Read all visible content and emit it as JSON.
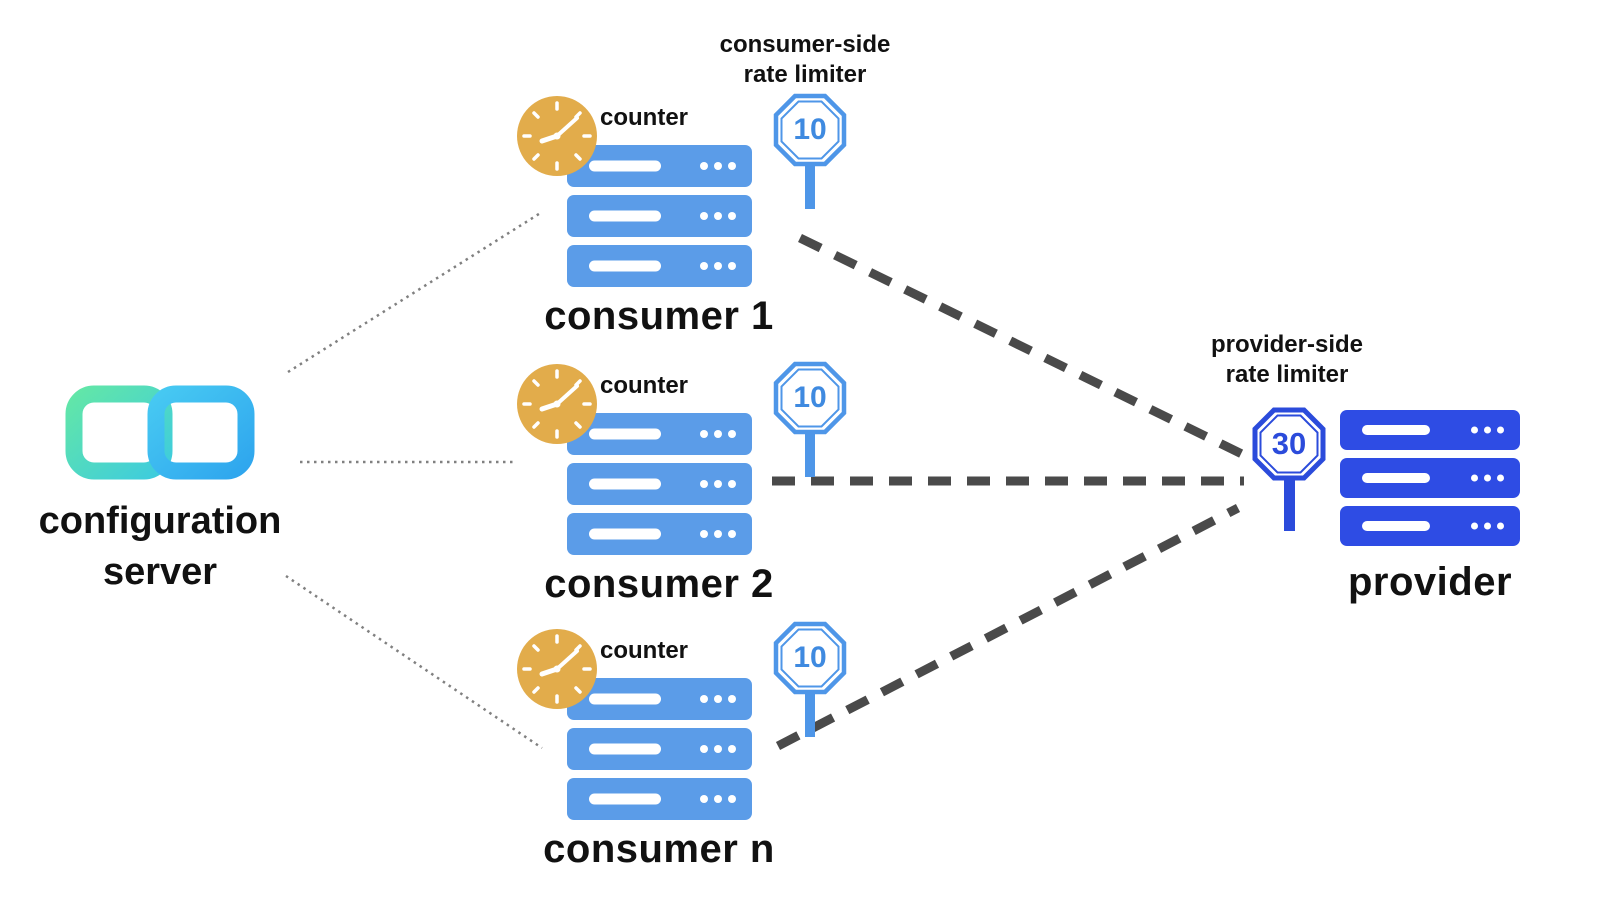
{
  "config_server": {
    "label_line1": "configuration",
    "label_line2": "server"
  },
  "consumer_side_limiter": {
    "label_line1": "consumer-side",
    "label_line2": "rate limiter"
  },
  "provider_side_limiter": {
    "label_line1": "provider-side",
    "label_line2": "rate limiter"
  },
  "consumers": [
    {
      "name": "consumer 1",
      "counter_label": "counter",
      "rate_limit": "10"
    },
    {
      "name": "consumer 2",
      "counter_label": "counter",
      "rate_limit": "10"
    },
    {
      "name": "consumer n",
      "counter_label": "counter",
      "rate_limit": "10"
    }
  ],
  "provider": {
    "name": "provider",
    "rate_limit": "30"
  },
  "colors": {
    "consumer_server_blue": "#5B9CE8",
    "provider_server_blue": "#2E4CE4",
    "consumer_sign_blue": "#4E96E8",
    "provider_sign_blue": "#2B4BDB",
    "clock_gold": "#E2AC4B",
    "logo_green": "#62E6A8",
    "logo_blue": "#2FA6EE",
    "dashed_line_gray": "#4A4A4A",
    "dotted_line_gray": "#808080"
  }
}
